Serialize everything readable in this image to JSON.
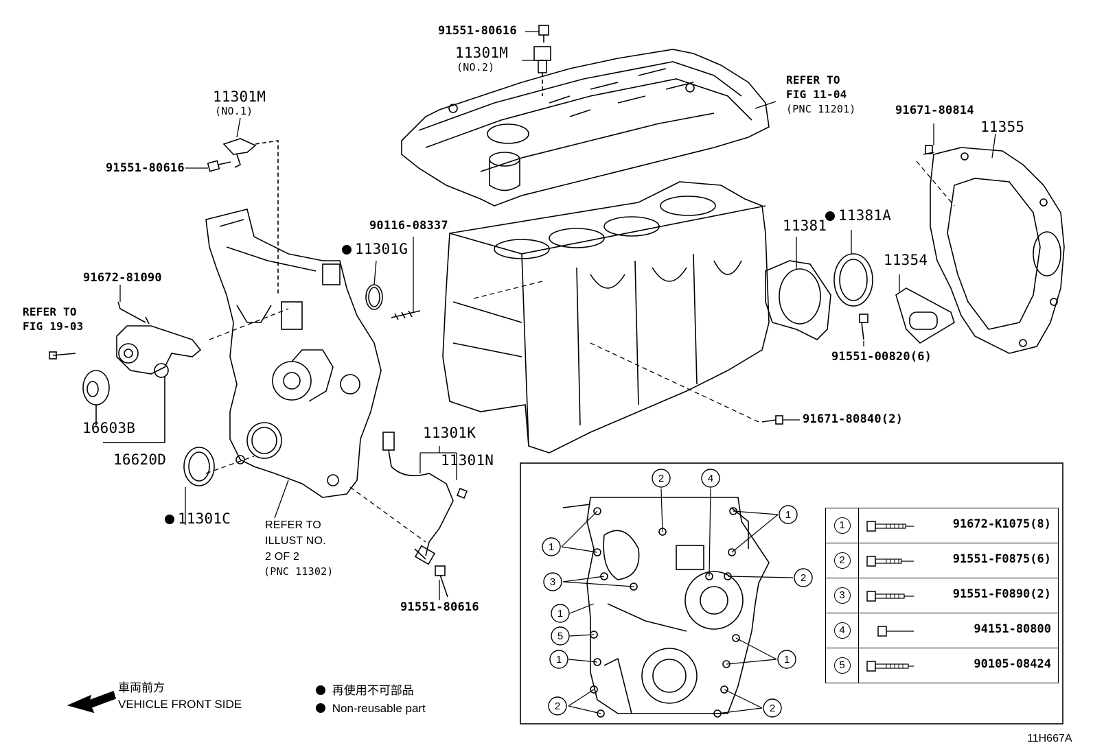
{
  "labels": {
    "p91551_80616_top": "91551-80616",
    "p11301M_no2": "11301M",
    "p11301M_no2_sub": "(NO.2)",
    "refer_11_04_a": "REFER TO",
    "refer_11_04_b": "FIG 11-04",
    "refer_11_04_c": "(PNC 11201)",
    "p91671_80814": "91671-80814",
    "p11355": "11355",
    "p11301M_no1": "11301M",
    "p11301M_no1_sub": "(NO.1)",
    "p91551_80616_left": "91551-80616",
    "p90116_08337": "90116-08337",
    "p11301G": "11301G",
    "p11381": "11381",
    "p11381A": "11381A",
    "p11354": "11354",
    "p91672_81090": "91672-81090",
    "refer_19_03_a": "REFER TO",
    "refer_19_03_b": "FIG 19-03",
    "p91551_00820": "91551-00820(6)",
    "p16603B": "16603B",
    "p16620D": "16620D",
    "p91671_80840": "91671-80840(2)",
    "p11301K": "11301K",
    "p11301N": "11301N",
    "p11301C": "11301C",
    "refer_illust_a": "REFER TO",
    "refer_illust_b": "ILLUST NO.",
    "refer_illust_c": "2 OF 2",
    "refer_illust_d": "(PNC 11302)",
    "p91551_80616_bottom": "91551-80616"
  },
  "callouts": [
    "1",
    "2",
    "3",
    "4",
    "5"
  ],
  "bolt_table": [
    {
      "index": "1",
      "part": "91672-K1075(8)",
      "icon": "long-bolt-icon"
    },
    {
      "index": "2",
      "part": "91551-F0875(6)",
      "icon": "flange-bolt-icon"
    },
    {
      "index": "3",
      "part": "91551-F0890(2)",
      "icon": "flange-bolt-icon"
    },
    {
      "index": "4",
      "part": "94151-80800",
      "icon": "stud-nut-icon"
    },
    {
      "index": "5",
      "part": "90105-08424",
      "icon": "long-bolt-icon"
    }
  ],
  "legend": {
    "front_jp": "車両前方",
    "front_en": "VEHICLE FRONT SIDE",
    "nonreuse_jp": "再使用不可部品",
    "nonreuse_en": "Non-reusable part"
  },
  "figure_id": "11H667A"
}
